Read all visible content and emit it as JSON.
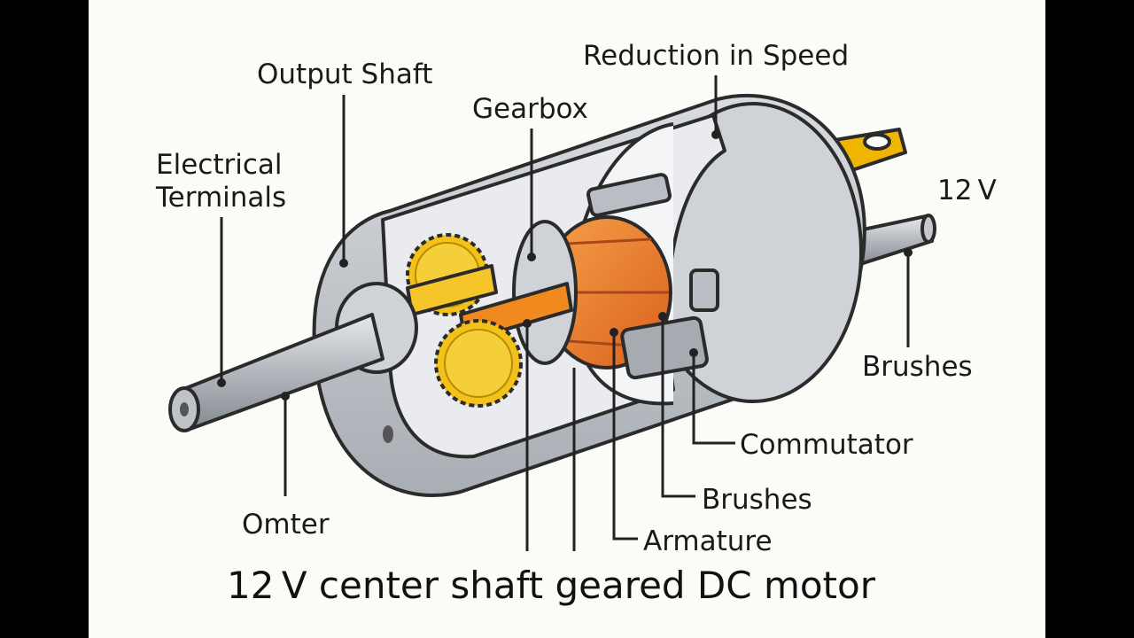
{
  "title": "12 V center shaft geared DC motor",
  "labels": {
    "reduction": "Reduction in Speed",
    "output_shaft": "Output Shaft",
    "gearbox": "Gearbox",
    "electrical_terminals_1": "Electrical",
    "electrical_terminals_2": "Terminals",
    "voltage": "12 V",
    "brushes_right": "Brushes",
    "commutator": "Commutator",
    "brushes_bottom": "Brushes",
    "armature": "Armature",
    "omter": "Omter"
  },
  "colors": {
    "background": "#fbfbf7",
    "housing": "#c9cdd2",
    "housing_dark": "#9aa0a7",
    "gear": "#f2c21a",
    "armature": "#e8782a",
    "terminal": "#f0b500"
  }
}
